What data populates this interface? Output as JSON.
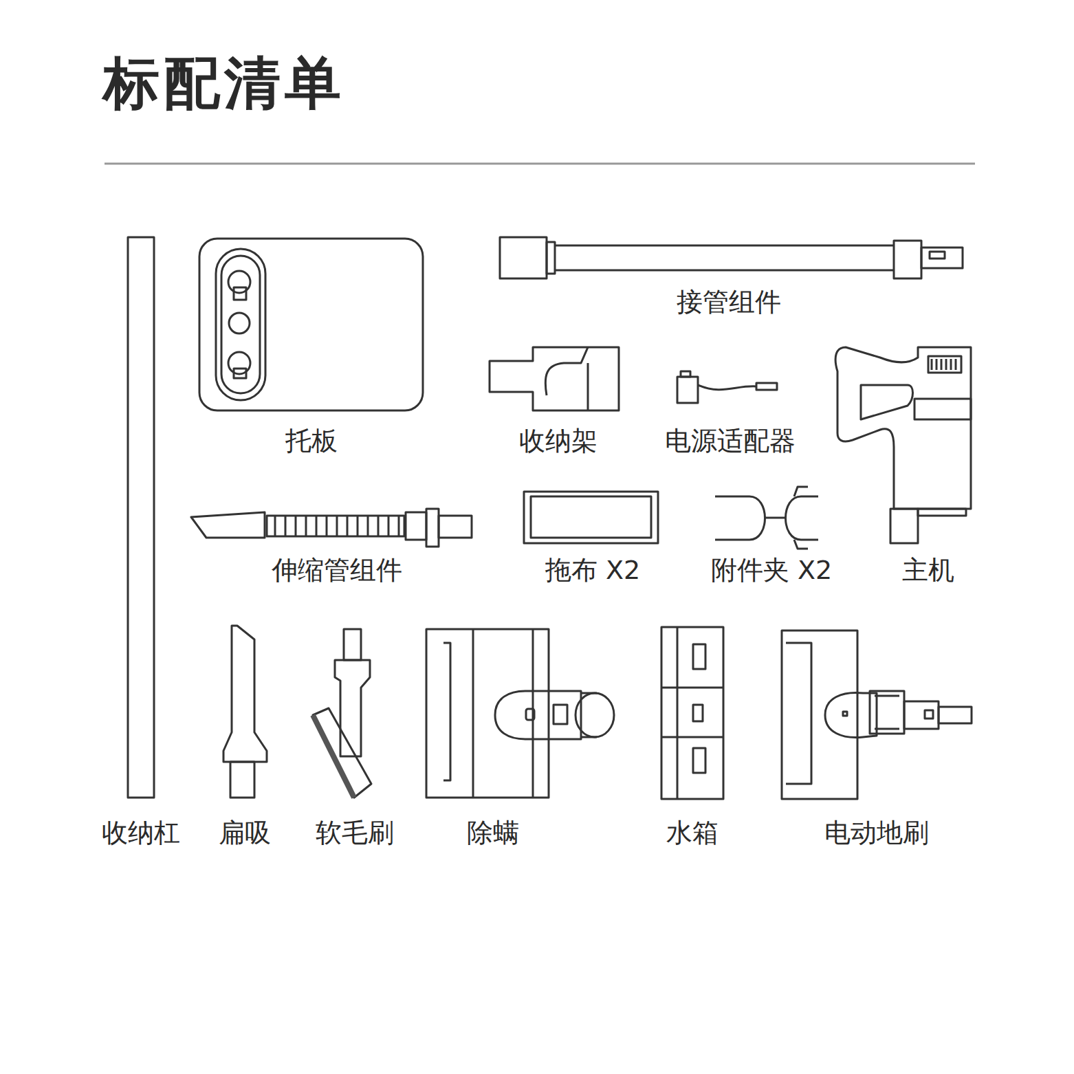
{
  "diagram": {
    "title": "标配清单",
    "labels": [
      "托板",
      "接管组件",
      "收纳架",
      "电源适配器",
      "主机",
      "伸缩管组件",
      "拖布 X2",
      "附件夹 X2",
      "收纳杠",
      "扁吸",
      "软毛刷",
      "除螨",
      "水箱",
      "电动地刷"
    ]
  }
}
